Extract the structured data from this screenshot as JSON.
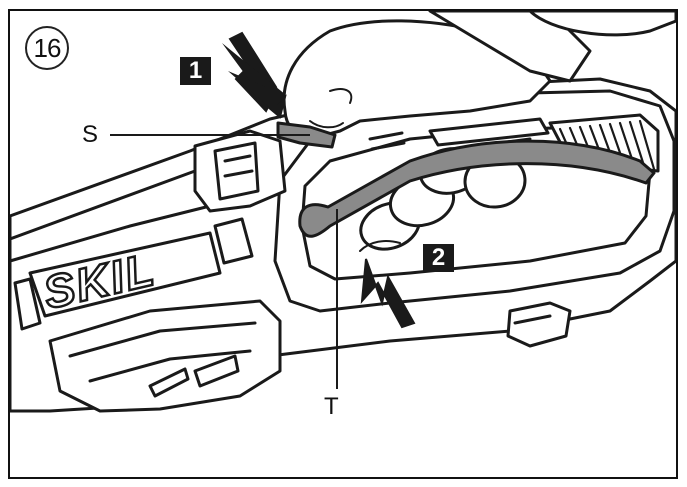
{
  "figure_number": "16",
  "steps": {
    "step1": "1",
    "step2": "2"
  },
  "callouts": {
    "s": "S",
    "t": "T"
  },
  "brand_logo": "SKIL",
  "colors": {
    "line": "#1a1a1a",
    "trigger_gray": "#8a8a8a",
    "fill": "#ffffff"
  }
}
